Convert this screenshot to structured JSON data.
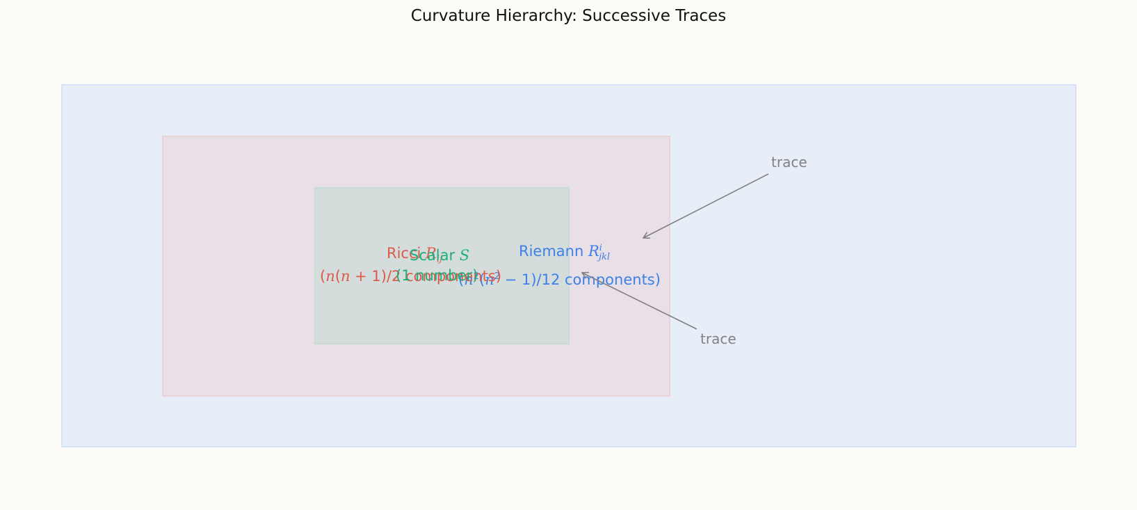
{
  "title": "Curvature Hierarchy: Successive Traces",
  "riemann": {
    "name": "Riemann",
    "symbol": "R",
    "superscript": "i",
    "subscript": "jkl",
    "count_open": "(",
    "count_n1": "n",
    "count_exp": "2",
    "count_mid": "(",
    "count_n2": "n",
    "count_exp2": "2",
    "count_tail": " − 1)/12 components)"
  },
  "ricci": {
    "name": "Ricci",
    "symbol": "R",
    "subscript": "ij",
    "count_open": "(",
    "count_n1": "n",
    "count_mid": "(",
    "count_n2": "n",
    "count_tail": " + 1)/2 components)"
  },
  "scalar": {
    "name": "Scalar",
    "symbol": "S",
    "count": "(1 number)"
  },
  "arrows": [
    {
      "label": "trace"
    },
    {
      "label": "trace"
    }
  ],
  "colors": {
    "riemann": "#3d80e8",
    "ricci": "#dc5a48",
    "scalar": "#1dae7c",
    "arrow": "#808080"
  }
}
